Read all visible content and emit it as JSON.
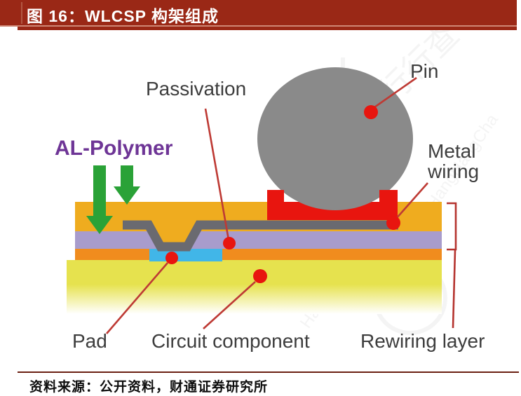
{
  "header": {
    "title": "图 16：WLCSP 构架组成"
  },
  "diagram": {
    "labels": {
      "pin": "Pin",
      "passivation": "Passivation",
      "al_polymer": "AL-Polymer",
      "metal_wiring_line1": "Metal",
      "metal_wiring_line2": "wiring",
      "pad": "Pad",
      "circuit_component": "Circuit component",
      "rewiring_layer": "Rewiring layer"
    },
    "watermark": {
      "cjk": "行行查",
      "latin": "HangHangCha"
    }
  },
  "footer": {
    "source": "资料来源：公开资料，财通证券研究所"
  },
  "colors": {
    "accent_red": "#9A2816",
    "annotation_red": "#E8150F",
    "leader_line_red": "#BE3A34",
    "solder_ball_gray": "#8A8A8A",
    "passivation_gray": "#6A6A70",
    "rewiring_gold": "#EFAC1F",
    "polymer_purple": "#A89CCC",
    "circuit_orange": "#F08C1E",
    "pad_cyan": "#41B6E8",
    "substrate_yellow": "#E6E24E",
    "arrow_green": "#2AA237",
    "al_polymer_text_purple": "#6E3596",
    "label_text_gray": "#3D3D3D"
  }
}
